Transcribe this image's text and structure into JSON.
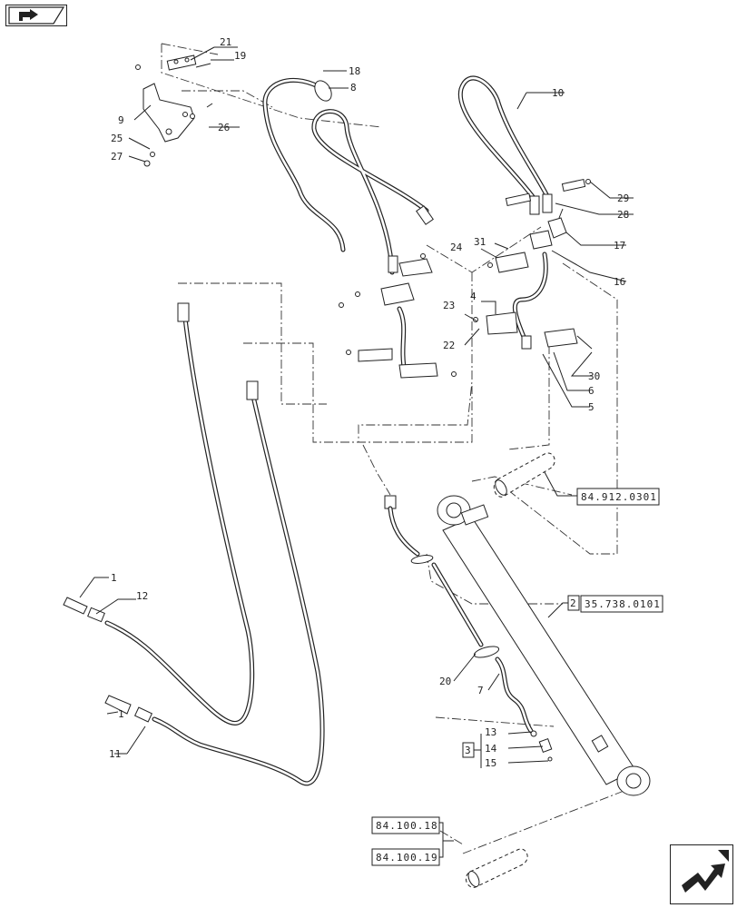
{
  "callouts": [
    {
      "id": "c21",
      "text": "21"
    },
    {
      "id": "c19",
      "text": "19"
    },
    {
      "id": "c18",
      "text": "18"
    },
    {
      "id": "c8",
      "text": "8"
    },
    {
      "id": "c10",
      "text": "10"
    },
    {
      "id": "c9",
      "text": "9"
    },
    {
      "id": "c26",
      "text": "26"
    },
    {
      "id": "c25",
      "text": "25"
    },
    {
      "id": "c27",
      "text": "27"
    },
    {
      "id": "c29",
      "text": "29"
    },
    {
      "id": "c28",
      "text": "28"
    },
    {
      "id": "c24",
      "text": "24"
    },
    {
      "id": "c31",
      "text": "31"
    },
    {
      "id": "c17",
      "text": "17"
    },
    {
      "id": "c16",
      "text": "16"
    },
    {
      "id": "c23",
      "text": "23"
    },
    {
      "id": "c4",
      "text": "4"
    },
    {
      "id": "c22",
      "text": "22"
    },
    {
      "id": "c30",
      "text": "30"
    },
    {
      "id": "c6",
      "text": "6"
    },
    {
      "id": "c5",
      "text": "5"
    },
    {
      "id": "c1a",
      "text": "1"
    },
    {
      "id": "c12",
      "text": "12"
    },
    {
      "id": "c1b",
      "text": "1"
    },
    {
      "id": "c11",
      "text": "11"
    },
    {
      "id": "c20",
      "text": "20"
    },
    {
      "id": "c7",
      "text": "7"
    },
    {
      "id": "c13",
      "text": "13"
    },
    {
      "id": "c14",
      "text": "14"
    },
    {
      "id": "c15",
      "text": "15"
    },
    {
      "id": "c2",
      "text": "2"
    },
    {
      "id": "c3",
      "text": "3"
    }
  ],
  "refs": {
    "ref_84_912": "84.912.0301",
    "ref_35_738": "35.738.0101",
    "ref_84_100_18": "84.100.18",
    "ref_84_100_19": "84.100.19"
  },
  "icons": {
    "top_nav": "previous-page-icon",
    "bottom_nav": "next-page-icon"
  }
}
